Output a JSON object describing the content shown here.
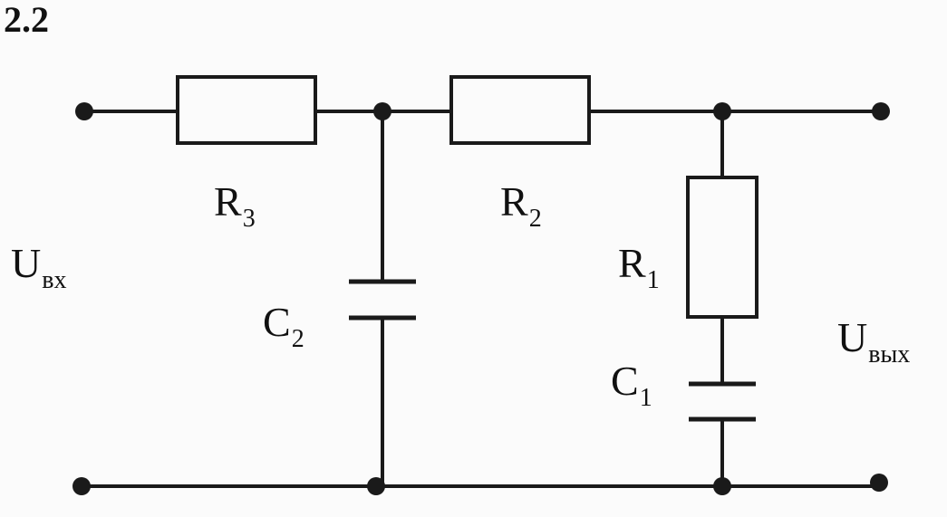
{
  "figure_number": "2.2",
  "labels": {
    "R3": {
      "main": "R",
      "sub": "3"
    },
    "R2": {
      "main": "R",
      "sub": "2"
    },
    "R1": {
      "main": "R",
      "sub": "1"
    },
    "C2": {
      "main": "C",
      "sub": "2"
    },
    "C1": {
      "main": "C",
      "sub": "1"
    },
    "U_in": {
      "main": "U",
      "sub": "вх"
    },
    "U_out": {
      "main": "U",
      "sub": "вых"
    }
  },
  "colors": {
    "ink": "#1a1a1a",
    "paper": "#fbfbfb"
  }
}
